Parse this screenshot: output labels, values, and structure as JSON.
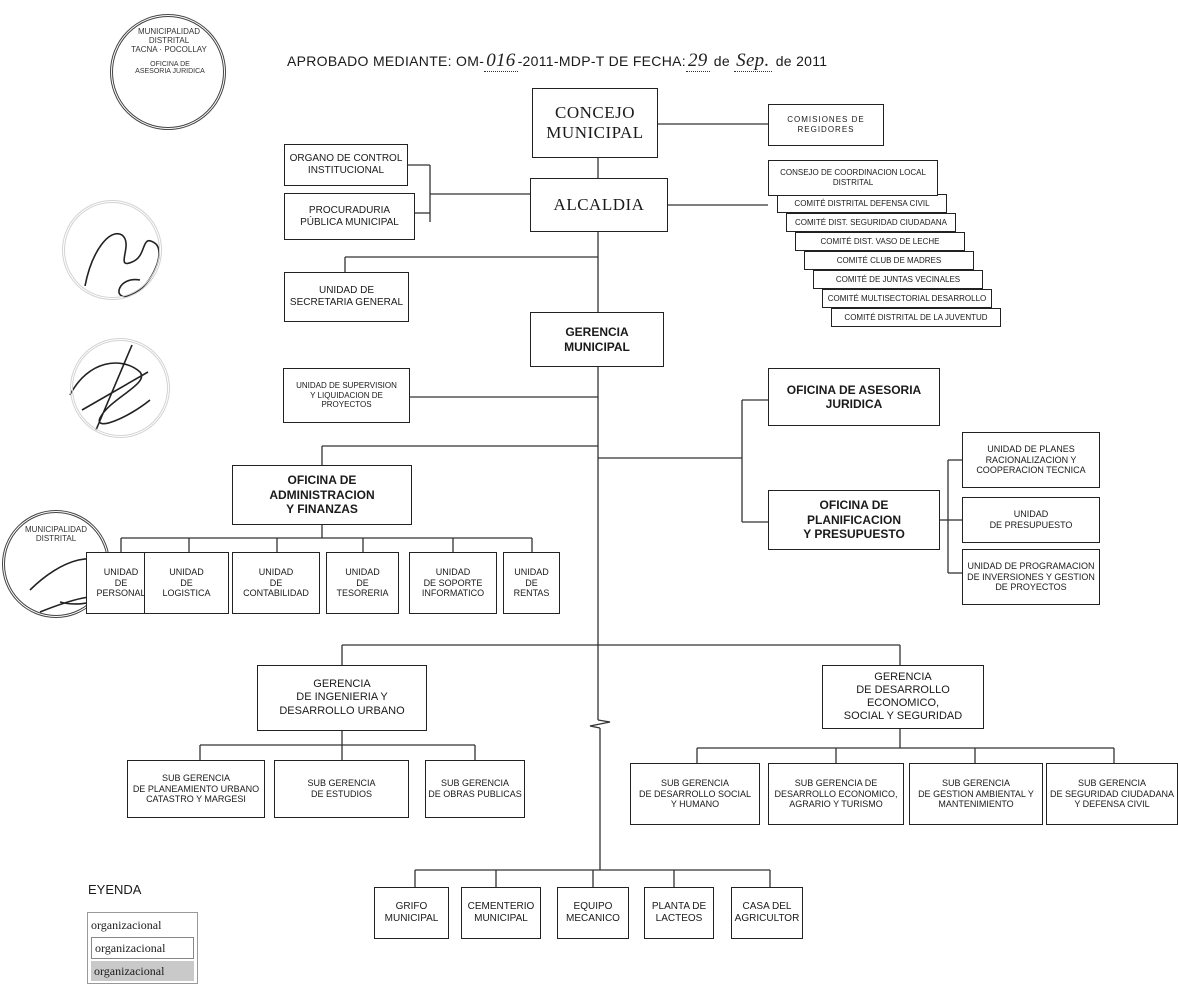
{
  "header": {
    "prefix": "APROBADO MEDIANTE: OM-",
    "num": "016",
    "mid": "-2011-MDP-T  DE FECHA:",
    "day": "29",
    "de": " de ",
    "month": "Sep.",
    "suffix": " de 2011"
  },
  "org": {
    "concejo": "CONCEJO\nMUNICIPAL",
    "comisiones": "COMISIONES DE\nREGIDORES",
    "alcaldia": "ALCALDIA",
    "oci": "ORGANO DE CONTROL\nINSTITUCIONAL",
    "procuraduria": "PROCURADURIA\nPÚBLICA MUNICIPAL",
    "secretaria": "UNIDAD DE\nSECRETARIA GENERAL",
    "gerencia_municipal": "GERENCIA\nMUNICIPAL",
    "supervision": "UNIDAD DE SUPERVISION\nY LIQUIDACION DE\nPROYECTOS",
    "asesoria": "OFICINA DE ASESORIA\nJURIDICA",
    "administracion": "OFICINA DE ADMINISTRACION\nY FINANZAS",
    "planificacion": "OFICINA DE PLANIFICACION\nY PRESUPUESTO",
    "gerencia_ingenieria": "GERENCIA\nDE INGENIERIA Y\nDESARROLLO URBANO",
    "gerencia_desarrollo": "GERENCIA\nDE DESARROLLO ECONOMICO,\nSOCIAL Y SEGURIDAD"
  },
  "comites": [
    "CONSEJO DE COORDINACION LOCAL\nDISTRITAL",
    "COMITÉ DISTRITAL DEFENSA CIVIL",
    "COMITÉ DIST. SEGURIDAD CIUDADANA",
    "COMITÉ DIST. VASO DE LECHE",
    "COMITÉ CLUB DE MADRES",
    "COMITÉ DE JUNTAS VECINALES",
    "COMITÉ MULTISECTORIAL DESARROLLO",
    "COMITÉ DISTRITAL DE LA JUVENTUD"
  ],
  "planif_units": [
    "UNIDAD  DE PLANES\nRACIONALIZACION Y\nCOOPERACION TECNICA",
    "UNIDAD\nDE PRESUPUESTO",
    "UNIDAD DE PROGRAMACION\nDE INVERSIONES Y GESTION\nDE PROYECTOS"
  ],
  "admin_units": [
    "UNIDAD\nDE\nPERSONAL",
    "UNIDAD\nDE\nLOGISTICA",
    "UNIDAD\nDE\nCONTABILIDAD",
    "UNIDAD\nDE\nTESORERIA",
    "UNIDAD\nDE SOPORTE\nINFORMATICO",
    "UNIDAD\nDE\nRENTAS"
  ],
  "ingenieria_subs": [
    "SUB GERENCIA\nDE PLANEAMIENTO URBANO\nCATASTRO Y MARGESI",
    "SUB GERENCIA\nDE ESTUDIOS",
    "SUB GERENCIA\nDE  OBRAS PUBLICAS"
  ],
  "desarrollo_subs": [
    "SUB GERENCIA\nDE DESARROLLO SOCIAL\nY HUMANO",
    "SUB GERENCIA  DE\nDESARROLLO ECONOMICO,\nAGRARIO Y TURISMO",
    "SUB GERENCIA\nDE GESTION AMBIENTAL Y\nMANTENIMIENTO",
    "SUB GERENCIA\nDE SEGURIDAD CIUDADANA\nY DEFENSA CIVIL"
  ],
  "services": [
    "GRIFO\nMUNICIPAL",
    "CEMENTERIO\nMUNICIPAL",
    "EQUIPO\nMECANICO",
    "PLANTA DE\nLACTEOS",
    "CASA DEL\nAGRICULTOR"
  ],
  "legend": {
    "title": "EYENDA",
    "rows": [
      "organizacional",
      "organizacional",
      "organizacional"
    ]
  },
  "seals": {
    "top": "MUNICIPALIDAD DISTRITAL\nTACNA · POCOLLAY",
    "top_inner": "OFICINA DE\nASESORIA JURIDICA",
    "bottom": "MUNICIPALIDAD DISTRITAL"
  },
  "colors": {
    "ink": "#1a1a1a",
    "line": "#333333",
    "faint_seal": "#d3d3d3",
    "legend_shade": "#c9c9c9"
  }
}
